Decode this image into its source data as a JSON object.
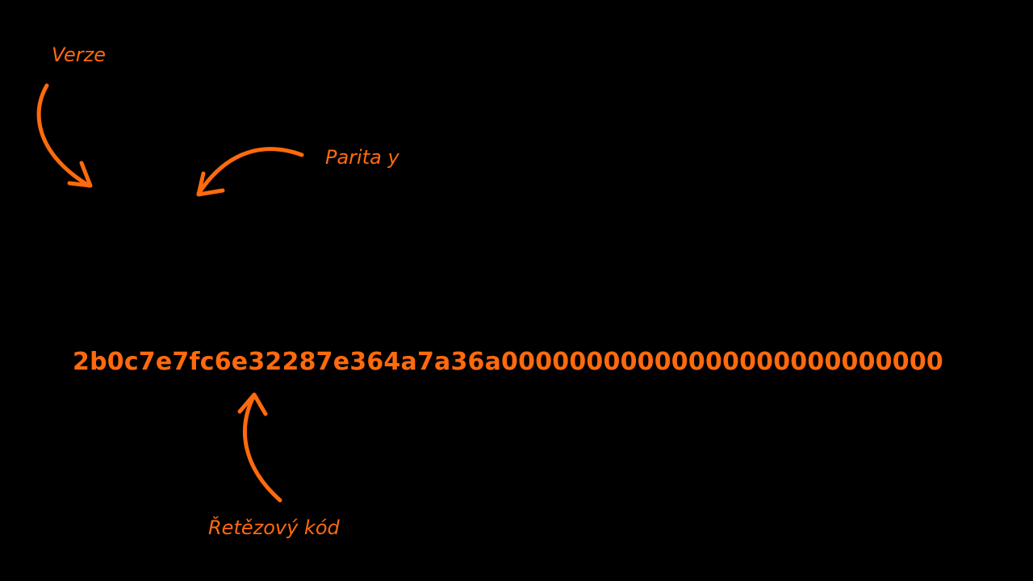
{
  "annotations": {
    "version_label": "Verze",
    "parity_label": "Parita y",
    "chain_code_label": "Řetězový kód"
  },
  "extended_key": {
    "hex": "2b0c7e7fc6e32287e364a7a36a00000000000000000000000000"
  },
  "colors": {
    "accent": "#FF6A0D",
    "background": "#000000"
  }
}
